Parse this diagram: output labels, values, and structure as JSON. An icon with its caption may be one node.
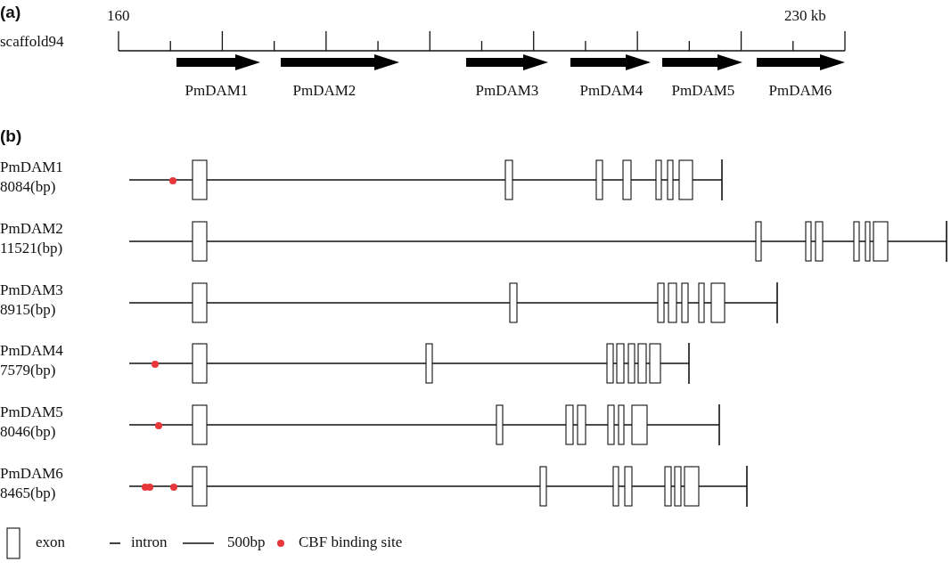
{
  "diagram": {
    "labels": [
      "(a)",
      "160",
      "230 kb",
      "scaffold94",
      "PmDAM1",
      "PmDAM2",
      "PmDAM3",
      "PmDAM4",
      "PmDAM5",
      "PmDAM6",
      "(b)",
      "PmDAM1",
      "8084(bp)",
      "PmDAM2",
      "11521(bp)",
      "PmDAM3",
      "8915(bp)",
      "PmDAM4",
      "7579(bp)",
      "PmDAM5",
      "8046(bp)",
      "PmDAM6",
      "8465(bp)"
    ],
    "legend": [
      {
        "text": "exon"
      },
      {
        "text": "intron"
      },
      {
        "text": "500bp"
      },
      {
        "text": "CBF binding site",
        "color": "#e8373a"
      }
    ]
  }
}
